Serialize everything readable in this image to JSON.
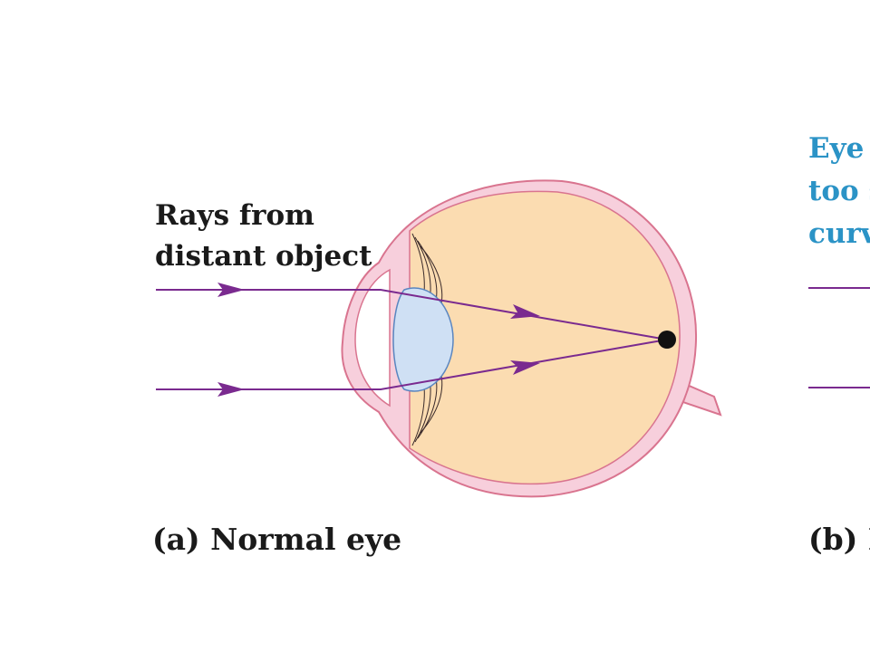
{
  "labels": {
    "rays_line1": "Rays from",
    "rays_line2": "distant object",
    "caption_a": "(a) Normal eye",
    "caption_b": "(b) I",
    "eye_line1": "Eye",
    "eye_line2": "too s",
    "eye_line3": "curv"
  },
  "colors": {
    "eyeball_wall": "#f7cfdc",
    "eyeball_outline": "#d9748f",
    "vitreous": "#fbdcb1",
    "lens_fill": "#cfe0f4",
    "lens_outline": "#5a86c0",
    "ray": "#7a2a8f",
    "focal_point": "#111111",
    "blue_text": "#2b93c6"
  },
  "icons": {
    "ray_arrow": "arrowhead-icon",
    "focus": "focal-point-icon"
  }
}
